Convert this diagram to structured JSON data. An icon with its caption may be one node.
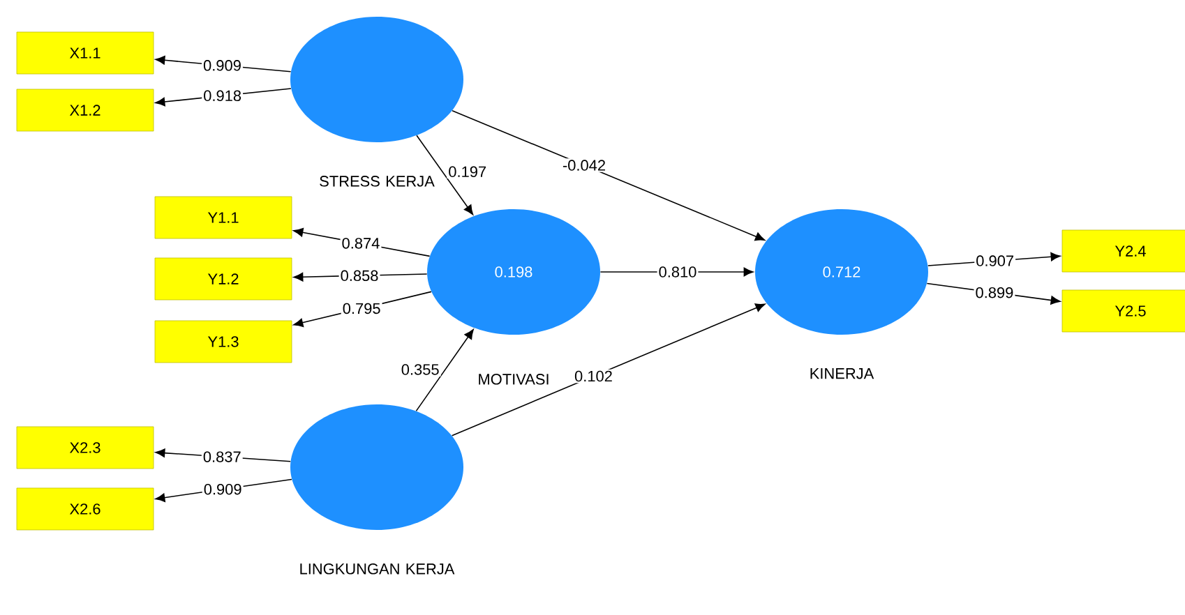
{
  "diagram": {
    "nodes": [
      {
        "text": [
          "X1.1"
        ]
      },
      {
        "text": [
          "X1.2"
        ]
      },
      {
        "text": [
          "STRESS KERJA"
        ]
      },
      {
        "text": [
          "Y1.1"
        ]
      },
      {
        "text": [
          "Y1.2"
        ]
      },
      {
        "text": [
          "Y1.3"
        ]
      },
      {
        "text": [
          "0.198",
          "MOTIVASI"
        ]
      },
      {
        "text": [
          "0.712",
          "KINERJA"
        ]
      },
      {
        "text": [
          "Y2.4"
        ]
      },
      {
        "text": [
          "Y2.5"
        ]
      },
      {
        "text": [
          "X2.3"
        ]
      },
      {
        "text": [
          "X2.6"
        ]
      },
      {
        "text": [
          "LINGKUNGAN KERJA"
        ]
      }
    ],
    "edges": [
      {
        "from": 2,
        "to": 0,
        "arrow": "to",
        "label": "0.909"
      },
      {
        "from": 2,
        "to": 1,
        "arrow": "to",
        "label": "0.918"
      },
      {
        "from": 2,
        "to": 6,
        "arrow": "to",
        "label": "0.197"
      },
      {
        "from": 2,
        "to": 7,
        "arrow": "to",
        "label": "-0.042"
      },
      {
        "from": 6,
        "to": 3,
        "arrow": "to",
        "label": "0.874"
      },
      {
        "from": 6,
        "to": 4,
        "arrow": "to",
        "label": "0.858"
      },
      {
        "from": 6,
        "to": 5,
        "arrow": "to",
        "label": "0.795"
      },
      {
        "from": 6,
        "to": 7,
        "arrow": "to",
        "label": "0.810"
      },
      {
        "from": 12,
        "to": 6,
        "arrow": "to",
        "label": "0.355"
      },
      {
        "from": 12,
        "to": 7,
        "arrow": "to",
        "label": "0.102"
      },
      {
        "from": 12,
        "to": 10,
        "arrow": "to",
        "label": "0.837"
      },
      {
        "from": 12,
        "to": 11,
        "arrow": "to",
        "label": "0.909"
      },
      {
        "from": 7,
        "to": 8,
        "arrow": "to",
        "label": "0.907"
      },
      {
        "from": 7,
        "to": 9,
        "arrow": "to",
        "label": "0.899"
      }
    ]
  }
}
